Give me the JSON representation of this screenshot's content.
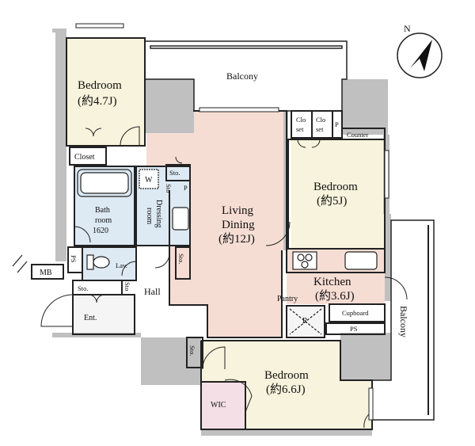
{
  "rooms": {
    "bedroom_nw": {
      "name": "Bedroom",
      "size": "(約4.7J)"
    },
    "balcony_top": {
      "name": "Balcony"
    },
    "living": {
      "line1": "Living",
      "line2": "Dining",
      "size": "(約12J)"
    },
    "bedroom_e": {
      "name": "Bedroom",
      "size": "(約5J)"
    },
    "kitchen": {
      "name": "Kitchen",
      "size": "(約3.6J)"
    },
    "bedroom_s": {
      "name": "Bedroom",
      "size": "(約6.6J)"
    },
    "balcony_right": {
      "name": "Balcony"
    },
    "bath": {
      "line1": "Bath",
      "line2": "room",
      "line3": "1620"
    },
    "dressing": {
      "line1": "Dressing",
      "line2": "room"
    }
  },
  "small_labels": {
    "closet": "Closet",
    "closet_a_1": "Clo",
    "closet_a_2": "set",
    "closet_b_1": "Clo",
    "closet_b_2": "set",
    "p_top": "P",
    "counter": "Counter",
    "sto_top": "Sto.",
    "w": "W",
    "sto_small_1": "Sto",
    "p_small": "P",
    "ps_left": "PS",
    "mb": "MB",
    "lav": "Lav.",
    "sto_dressing": "Sto.",
    "sto_entry": "Sto.",
    "sto_entry_small": "Sto",
    "hall": "Hall",
    "ent": "Ent.",
    "pantry": "Pantry",
    "r": "R",
    "cupboard": "Cupboard",
    "ps_right": "PS",
    "sto_bottom": "Sto.",
    "wic": "WIC"
  },
  "compass": {
    "label": "N"
  },
  "colors": {
    "wall": "#c0c0c0",
    "wall_dark": "#a9a9a9",
    "living_floor": "#f6ddd4",
    "bedroom_floor": "#f8f3dc",
    "wet_floor": "#dde9f3",
    "entry_floor": "#f5f5f5",
    "wic_floor": "#f3dfe5",
    "line": "#222222"
  }
}
